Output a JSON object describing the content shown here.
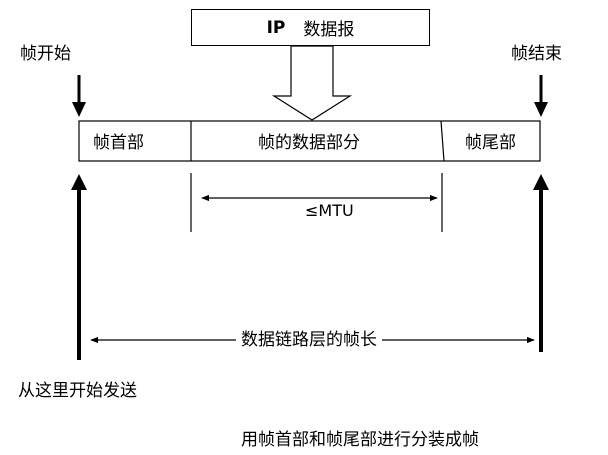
{
  "ip_datagram": {
    "abbr": "IP",
    "label": "数据报"
  },
  "frame_start_label": "帧开始",
  "frame_end_label": "帧结束",
  "frame": {
    "header": "帧首部",
    "data": "帧的数据部分",
    "trailer": "帧尾部"
  },
  "mtu_label": "≤MTU",
  "frame_length_label": "数据链路层的帧长",
  "send_start_label": "从这里开始发送",
  "caption": "用帧首部和帧尾部进行分装成帧"
}
